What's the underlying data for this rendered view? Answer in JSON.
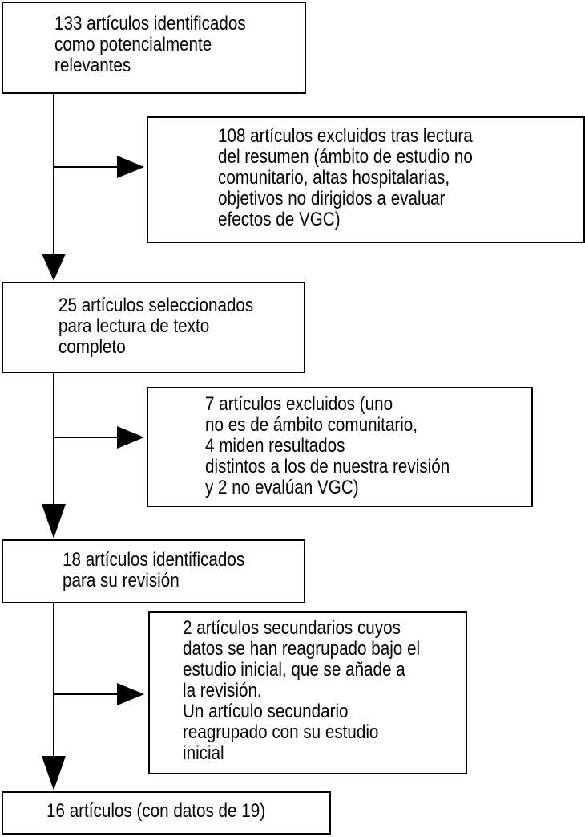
{
  "steps": {
    "identified": "133 artículos identificados\ncomo potencialmente\nrelevantes",
    "selected": "25 artículos seleccionados\npara lectura de texto\ncompleto",
    "for_review": "18 artículos identificados\npara su revisión",
    "final": "16 artículos (con datos de 19)"
  },
  "exclusions": {
    "abstract": "108 artículos excluidos tras lectura\ndel resumen (ámbito de estudio no\ncomunitario, altas hospitalarias,\nobjetivos no dirigidos a evaluar\nefectos de VGC)",
    "fulltext": "7 artículos excluidos (uno\nno es de ámbito comunitario,\n4 miden resultados\ndistintos a los de nuestra revisión\ny 2 no evalúan VGC)",
    "secondary": "2 artículos secundarios cuyos\ndatos se han reagrupado bajo el\nestudio inicial, que se añade a\nla revisión.\nUn artículo secundario\nreagrupado con su estudio\ninicial"
  }
}
